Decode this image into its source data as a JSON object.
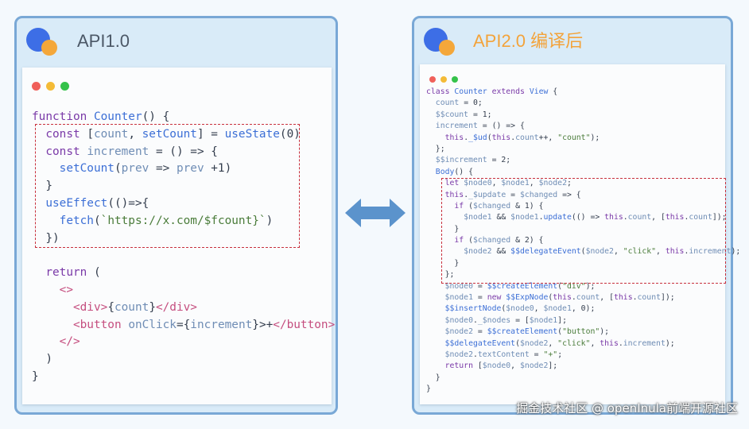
{
  "left_panel": {
    "title": "API1.0",
    "code": [
      "function Counter() {",
      "  const [count, setCount] = useState(0)",
      "  const increment = () => {",
      "    setCount(prev => prev +1)",
      "  }",
      "  useEffect(()=>{",
      "    fetch(`https://x.com/$fcount}`)",
      "  })",
      "",
      "  return (",
      "    <>",
      "      <div>{count}</div>",
      "      <button onClick={increment}>+</button>",
      "    </>",
      "  )",
      "}"
    ]
  },
  "right_panel": {
    "title": "API2.0 编译后",
    "code": [
      "class Counter extends View {",
      "  count = 0;",
      "  $$count = 1;",
      "  increment = () => {",
      "    this._$ud(this.count++, \"count\");",
      "  };",
      "  $$increment = 2;",
      "  Body() {",
      "    let $node0, $node1, $node2;",
      "    this._$update = $changed => {",
      "      if ($changed & 1) {",
      "        $node1 && $node1.update(() => this.count, [this.count]);",
      "      }",
      "      if ($changed & 2) {",
      "        $node2 && $$delegateEvent($node2, \"click\", this.increment);",
      "      }",
      "    };",
      "    $node0 = $$createElement(\"div\");",
      "    $node1 = new $$ExpNode(this.count, [this.count]);",
      "    $$insertNode($node0, $node1, 0);",
      "    $node0._$nodes = [$node1];",
      "    $node2 = $$createElement(\"button\");",
      "    $$delegateEvent($node2, \"click\", this.increment);",
      "    $node2.textContent = \"+\";",
      "    return [$node0, $node2];",
      "  }",
      "}"
    ]
  },
  "watermark": "掘金技术社区 @ openInula前端开源社区",
  "colors": {
    "panel_border": "#79a8d6",
    "panel_fill": "#d9ebf8",
    "arrow": "#5b93cc",
    "highlight_dash": "#c8303d",
    "title_right": "#f3a33b",
    "logo_blue": "#3d6ee6",
    "logo_orange": "#f4a73a"
  },
  "icons": [
    "logo-icon",
    "window-dots-icon",
    "double-arrow-icon"
  ]
}
